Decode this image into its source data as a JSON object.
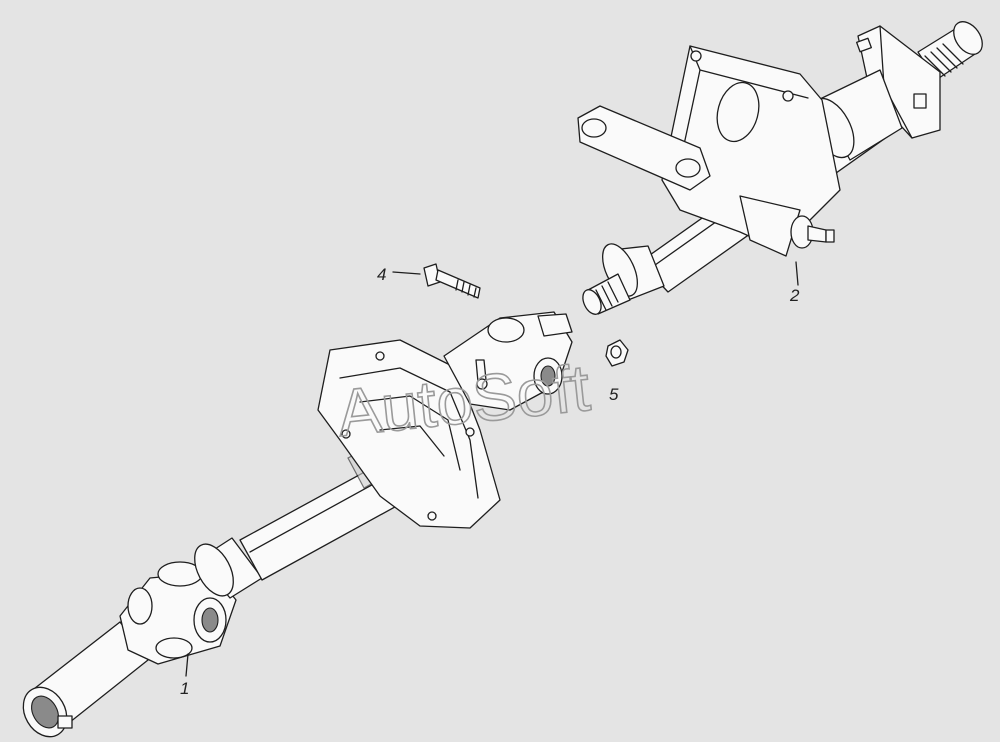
{
  "callouts": [
    {
      "id": "1",
      "label": "1"
    },
    {
      "id": "2",
      "label": "2"
    },
    {
      "id": "4",
      "label": "4"
    },
    {
      "id": "5",
      "label": "5"
    }
  ],
  "watermark": "AutoSoft",
  "colors": {
    "background": "#e4e4e4",
    "line": "#1e1e1e",
    "fill": "#fafafa",
    "shade": "#cfcfcf"
  }
}
